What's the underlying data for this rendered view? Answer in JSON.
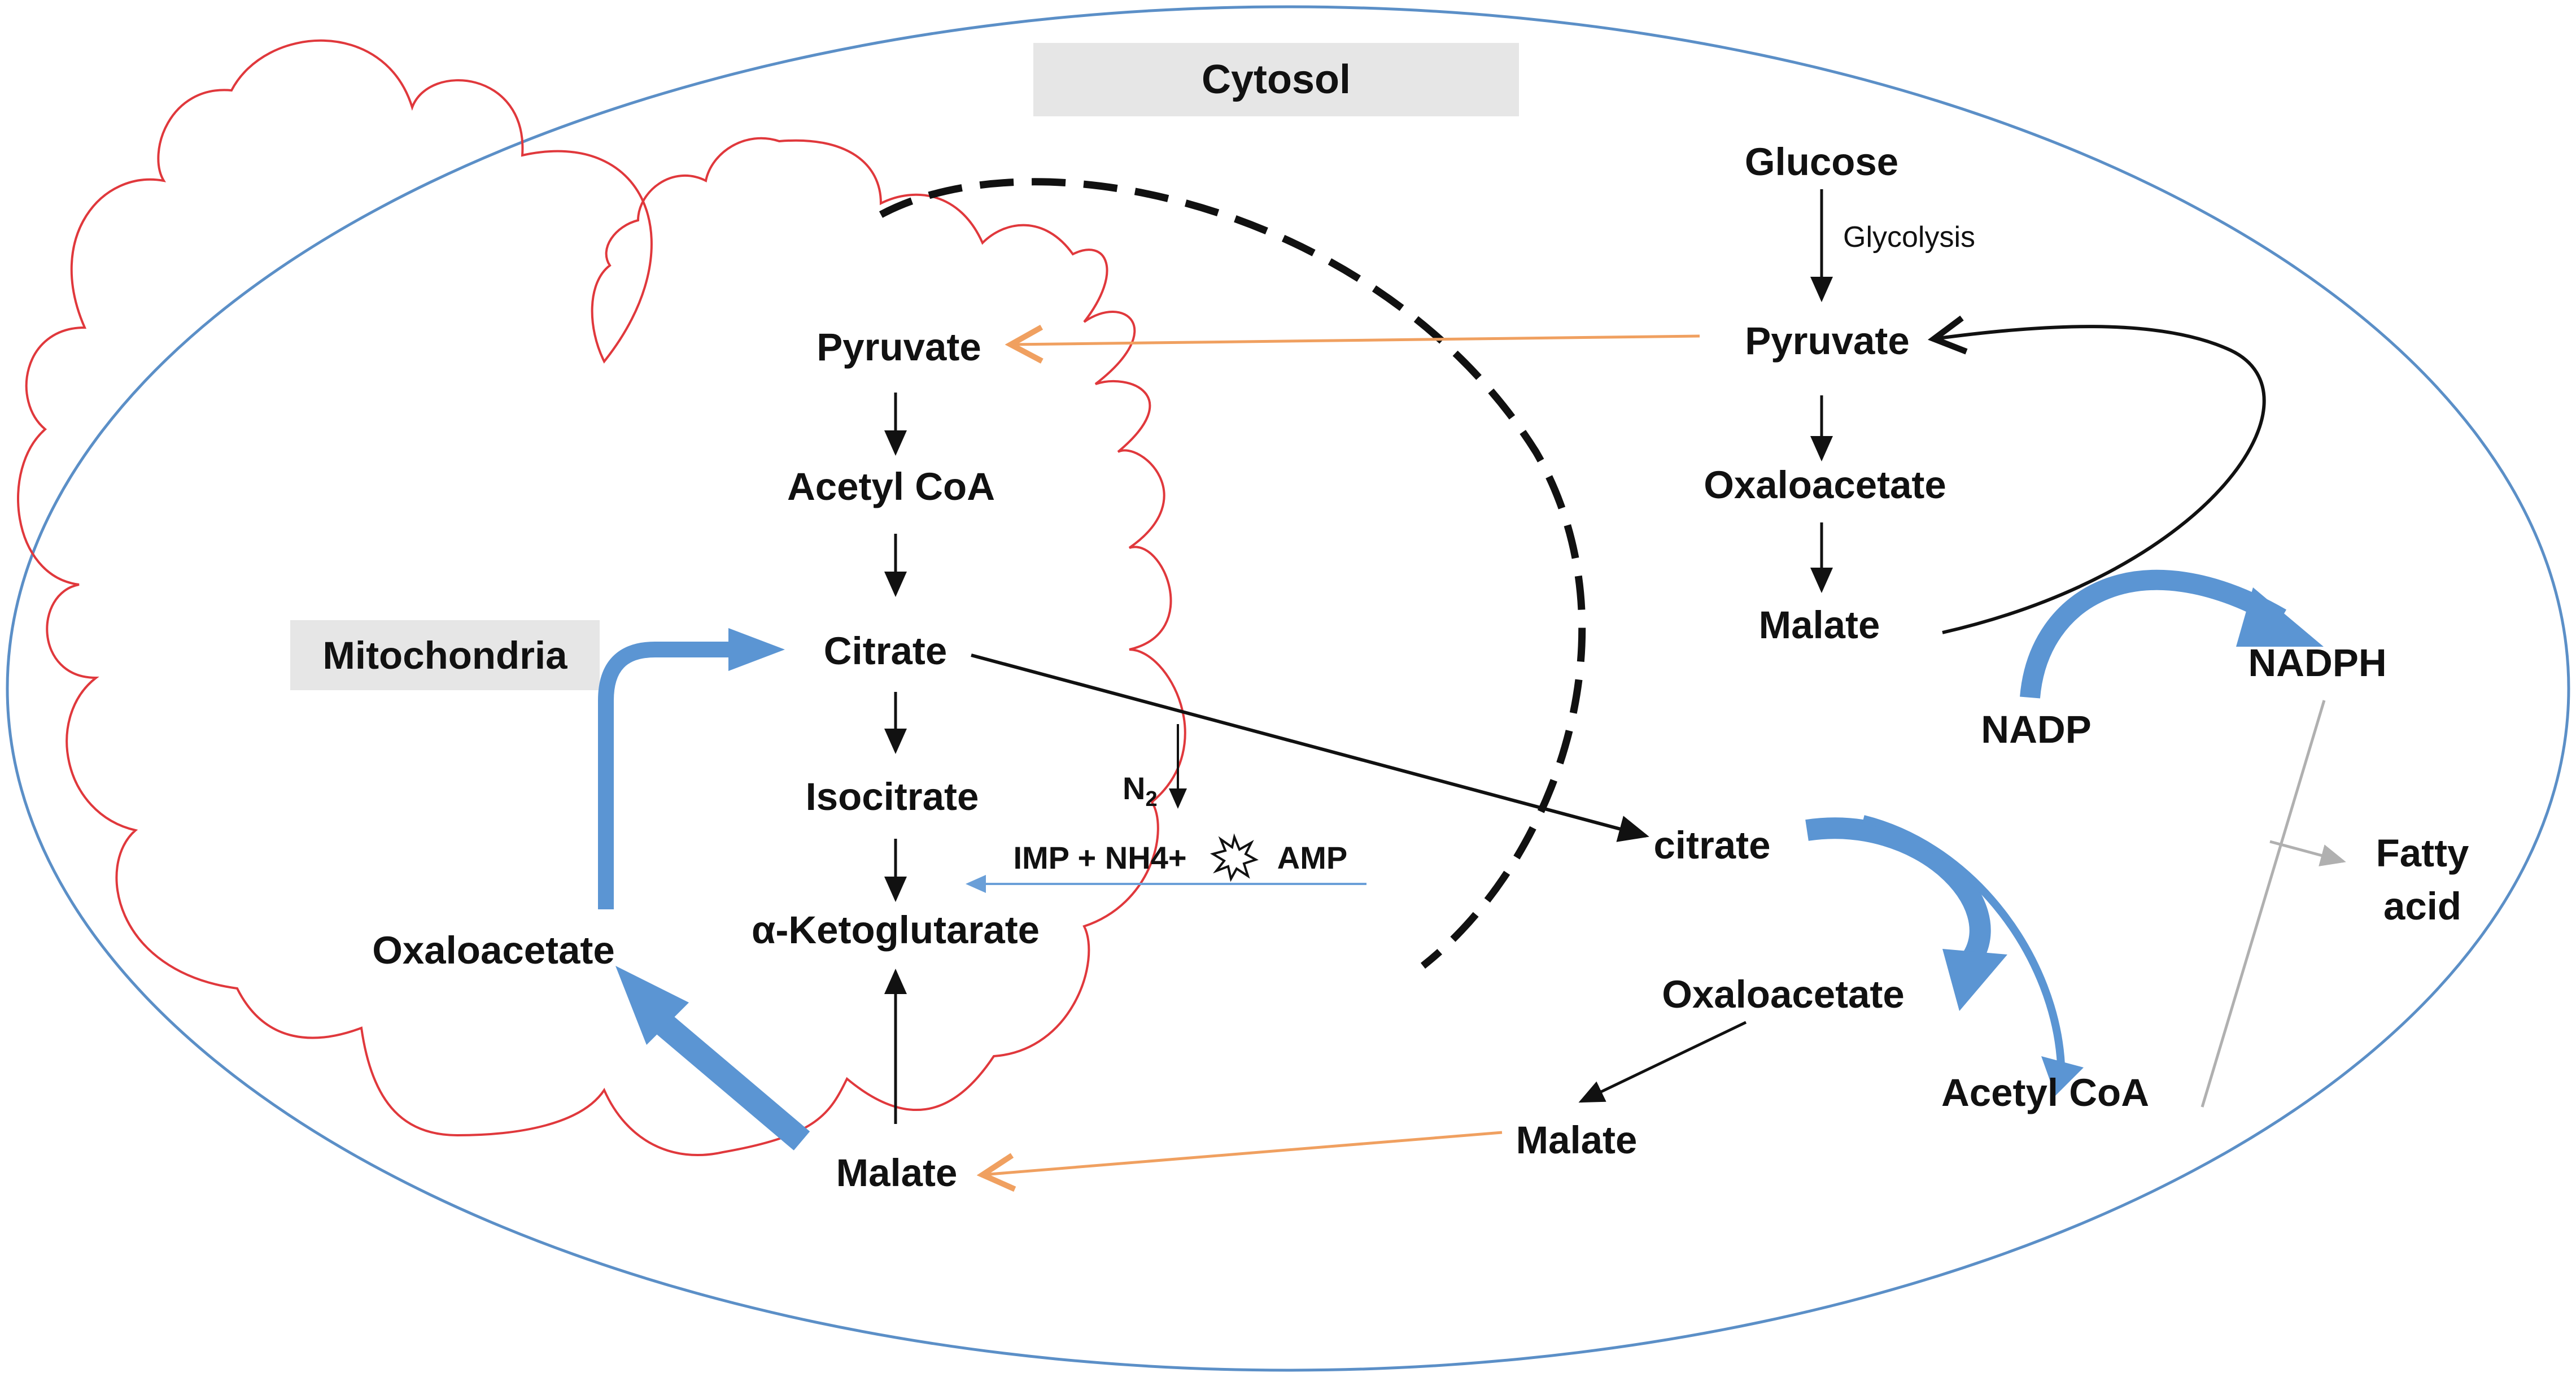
{
  "compartments": {
    "cytosol": "Cytosol",
    "mitochondria": "Mitochondria"
  },
  "mito_nodes": {
    "pyruvate": "Pyruvate",
    "acetyl_coa": "Acetyl CoA",
    "citrate": "Citrate",
    "isocitrate": "Isocitrate",
    "akg": "α-Ketoglutarate",
    "oxaloacetate": "Oxaloacetate",
    "malate": "Malate"
  },
  "cytosol_nodes": {
    "glucose": "Glucose",
    "glycolysis": "Glycolysis",
    "pyruvate": "Pyruvate",
    "oxaloacetate": "Oxaloacetate",
    "malate": "Malate",
    "nadp": "NADP",
    "nadph": "NADPH",
    "fatty_acid_1": "Fatty",
    "fatty_acid_2": "acid",
    "citrate": "citrate",
    "oxaloacetate_2": "Oxaloacetate",
    "acetyl_coa": "Acetyl CoA",
    "malate_2": "Malate"
  },
  "amp_branch": {
    "n2_base": "N",
    "n2_sub": "2",
    "imp_nh4": "IMP + NH4+",
    "amp": "AMP"
  },
  "colors": {
    "outer_cell": "#5b8fc7",
    "mito_membrane": "#e0383c",
    "orange_arrow": "#f0a060",
    "blue_arrow": "#5b95d3",
    "thin_blue": "#6a9fd8",
    "gray_arrow": "#b0b0b0",
    "label_box": "#e6e6e6"
  }
}
